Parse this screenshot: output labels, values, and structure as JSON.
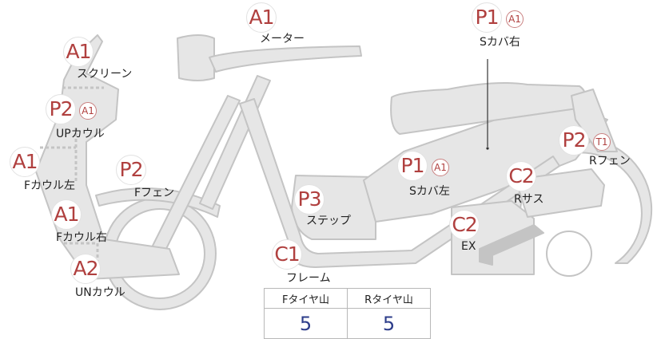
{
  "colors": {
    "body_fill": "#e6e6e6",
    "body_stroke": "#c4c4c4",
    "grade_text": "#b0403f",
    "tire_value": "#2d3d8a"
  },
  "parts": [
    {
      "id": "meter",
      "grade": "A1",
      "sub": "",
      "label": "メーター"
    },
    {
      "id": "s-cover-right",
      "grade": "P1",
      "sub": "A1",
      "label": "Sカバ右"
    },
    {
      "id": "screen",
      "grade": "A1",
      "sub": "",
      "label": "スクリーン"
    },
    {
      "id": "up-cowl",
      "grade": "P2",
      "sub": "A1",
      "label": "UPカウル"
    },
    {
      "id": "f-cowl-left",
      "grade": "A1",
      "sub": "",
      "label": "Fカウル左"
    },
    {
      "id": "f-fender",
      "grade": "P2",
      "sub": "",
      "label": "Fフェン"
    },
    {
      "id": "f-cowl-right",
      "grade": "A1",
      "sub": "",
      "label": "Fカウル右"
    },
    {
      "id": "un-cowl",
      "grade": "A2",
      "sub": "",
      "label": "UNカウル"
    },
    {
      "id": "step",
      "grade": "P3",
      "sub": "",
      "label": "ステップ"
    },
    {
      "id": "frame",
      "grade": "C1",
      "sub": "",
      "label": "フレーム"
    },
    {
      "id": "s-cover-left",
      "grade": "P1",
      "sub": "A1",
      "label": "Sカバ左"
    },
    {
      "id": "r-suspension",
      "grade": "C2",
      "sub": "",
      "label": "Rサス"
    },
    {
      "id": "exhaust",
      "grade": "C2",
      "sub": "",
      "label": "EX"
    },
    {
      "id": "r-fender",
      "grade": "P2",
      "sub": "T1",
      "label": "Rフェン"
    }
  ],
  "tire_table": {
    "headers": [
      "Fタイヤ山",
      "Rタイヤ山"
    ],
    "values": [
      "5",
      "5"
    ]
  }
}
